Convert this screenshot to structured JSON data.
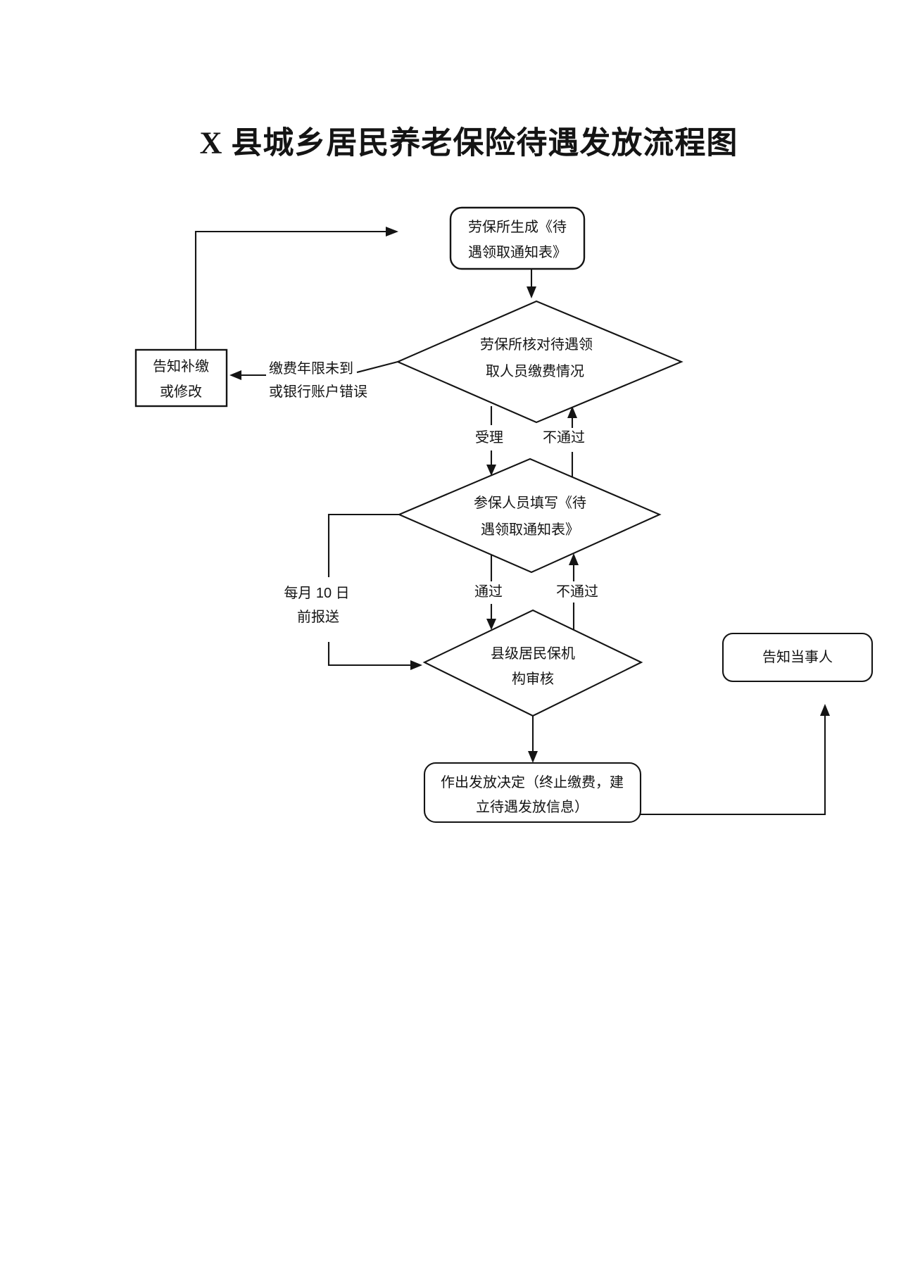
{
  "page": {
    "title": "X 县城乡居民养老保险待遇发放流程图"
  },
  "nodes": {
    "generate": {
      "line1": "劳保所生成《待",
      "line2": "遇领取通知表》"
    },
    "verify": {
      "line1": "劳保所核对待遇领",
      "line2": "取人员缴费情况"
    },
    "notify_fix": {
      "line1": "告知补缴",
      "line2": "或修改"
    },
    "fill_form": {
      "line1": "参保人员填写《待",
      "line2": "遇领取通知表》"
    },
    "review": {
      "line1": "县级居民保机",
      "line2": "构审核"
    },
    "notify_party": {
      "label": "告知当事人"
    },
    "decision": {
      "line1": "作出发放决定（终止缴费，建",
      "line2": "立待遇发放信息）"
    }
  },
  "labels": {
    "reason_line1": "缴费年限未到",
    "reason_line2": "或银行账户错误",
    "accept": "受理",
    "fail_top": "不通过",
    "monthly_line1": "每月 10 日",
    "monthly_line2": "前报送",
    "pass": "通过",
    "fail_bottom": "不通过"
  },
  "colors": {
    "ink": "#141414",
    "paper": "#ffffff"
  }
}
